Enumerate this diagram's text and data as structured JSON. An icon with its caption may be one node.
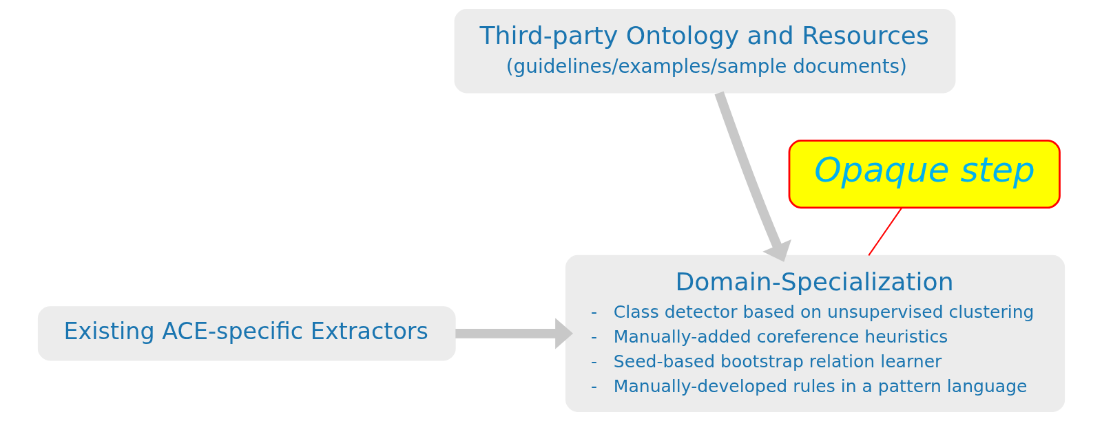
{
  "diagram": {
    "nodes": [
      {
        "text": [
          "Third-party Ontology and Resources",
          "(guidelines/examples/sample documents)"
        ]
      },
      {
        "text": [
          "Domain-Specialization",
          "-   Class detector based on unsupervised clustering",
          "-   Manually-added coreference heuristics",
          "-   Seed-based bootstrap relation learner",
          "-   Manually-developed rules in a pattern language"
        ]
      },
      {
        "text": [
          "Existing ACE-specific Extractors"
        ]
      },
      {
        "text": [
          "Opaque step"
        ]
      }
    ],
    "edges": [
      {
        "from": 0,
        "to": 1,
        "arrow": "to"
      },
      {
        "from": 2,
        "to": 1,
        "arrow": "to"
      },
      {
        "from": 3,
        "to": 1,
        "arrow": "none",
        "color": "#ff0000"
      }
    ]
  }
}
